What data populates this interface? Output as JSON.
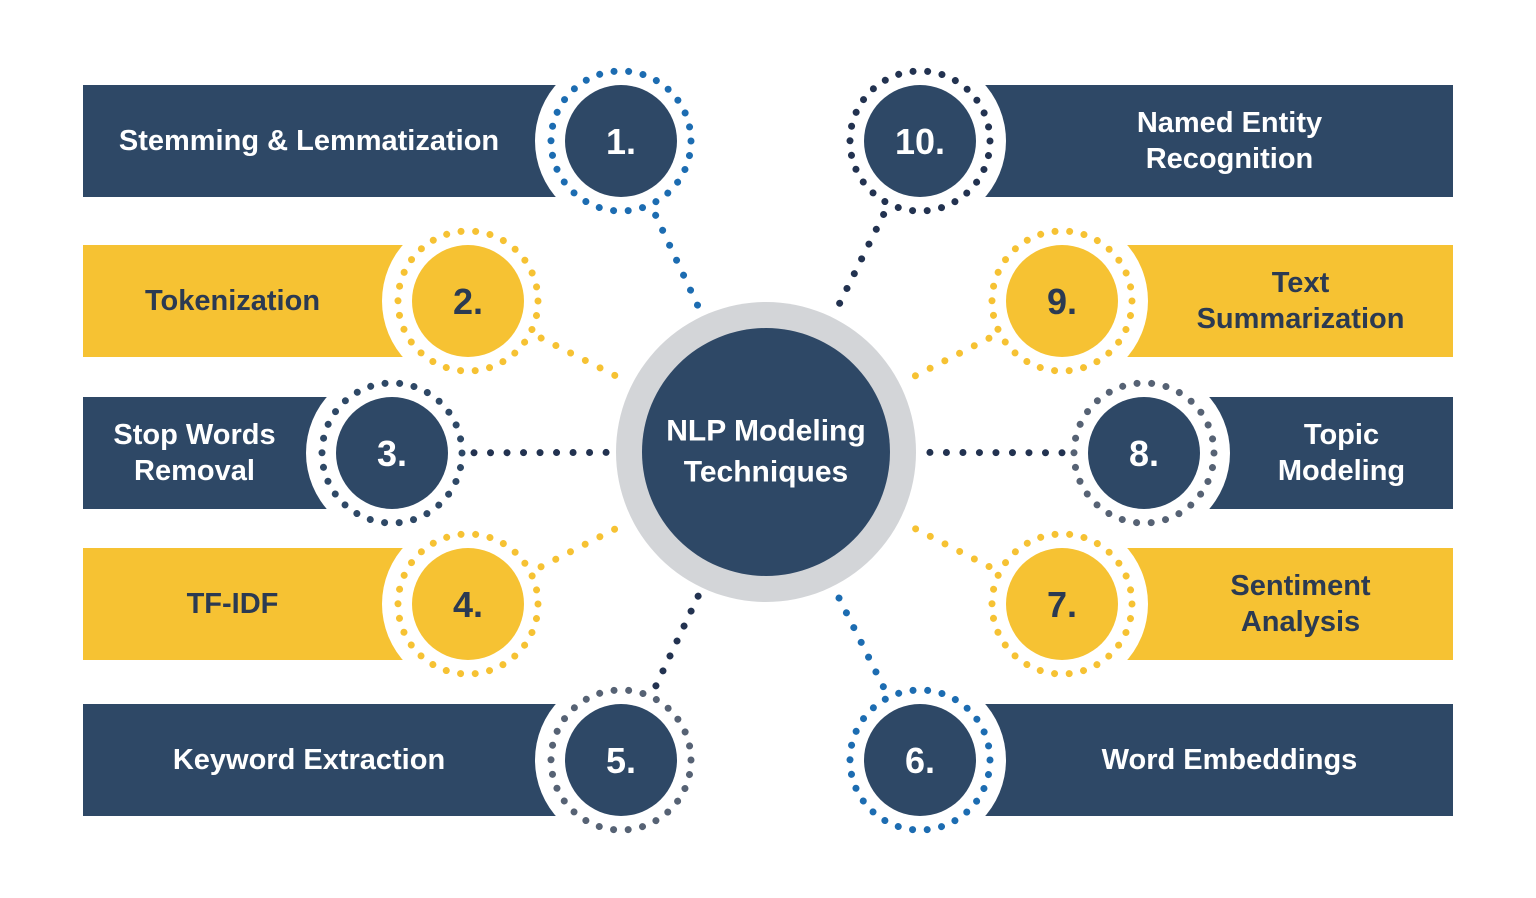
{
  "hub": {
    "title": "NLP Modeling\nTechniques"
  },
  "items": [
    {
      "id": 1,
      "number": "1.",
      "label": "Stemming & Lemmatization",
      "bar": "navy",
      "ring": "blue",
      "connector": "blue"
    },
    {
      "id": 2,
      "number": "2.",
      "label": "Tokenization",
      "bar": "yellow",
      "ring": "yellow",
      "connector": "yellow"
    },
    {
      "id": 3,
      "number": "3.",
      "label": "Stop Words\nRemoval",
      "bar": "navy",
      "ring": "navy",
      "connector": "dark_navy"
    },
    {
      "id": 4,
      "number": "4.",
      "label": "TF-IDF",
      "bar": "yellow",
      "ring": "yellow",
      "connector": "yellow"
    },
    {
      "id": 5,
      "number": "5.",
      "label": "Keyword Extraction",
      "bar": "navy",
      "ring": "slate",
      "connector": "dark_navy"
    },
    {
      "id": 6,
      "number": "6.",
      "label": "Word Embeddings",
      "bar": "navy",
      "ring": "blue",
      "connector": "blue"
    },
    {
      "id": 7,
      "number": "7.",
      "label": "Sentiment\nAnalysis",
      "bar": "yellow",
      "ring": "yellow",
      "connector": "yellow"
    },
    {
      "id": 8,
      "number": "8.",
      "label": "Topic\nModeling",
      "bar": "navy",
      "ring": "slate",
      "connector": "dark_navy"
    },
    {
      "id": 9,
      "number": "9.",
      "label": "Text\nSummarization",
      "bar": "yellow",
      "ring": "yellow",
      "connector": "yellow"
    },
    {
      "id": 10,
      "number": "10.",
      "label": "Named Entity\nRecognition",
      "bar": "navy",
      "ring": "dark_navy",
      "connector": "dark_navy"
    }
  ],
  "colors": {
    "navy": "#2e4866",
    "yellow": "#f6c233",
    "blue": "#1c6cb1",
    "dark_navy": "#223250",
    "slate": "#566274",
    "hub_ring": "#d3d5d8",
    "text_on_yellow": "#2b3a52",
    "background": "#ffffff"
  }
}
